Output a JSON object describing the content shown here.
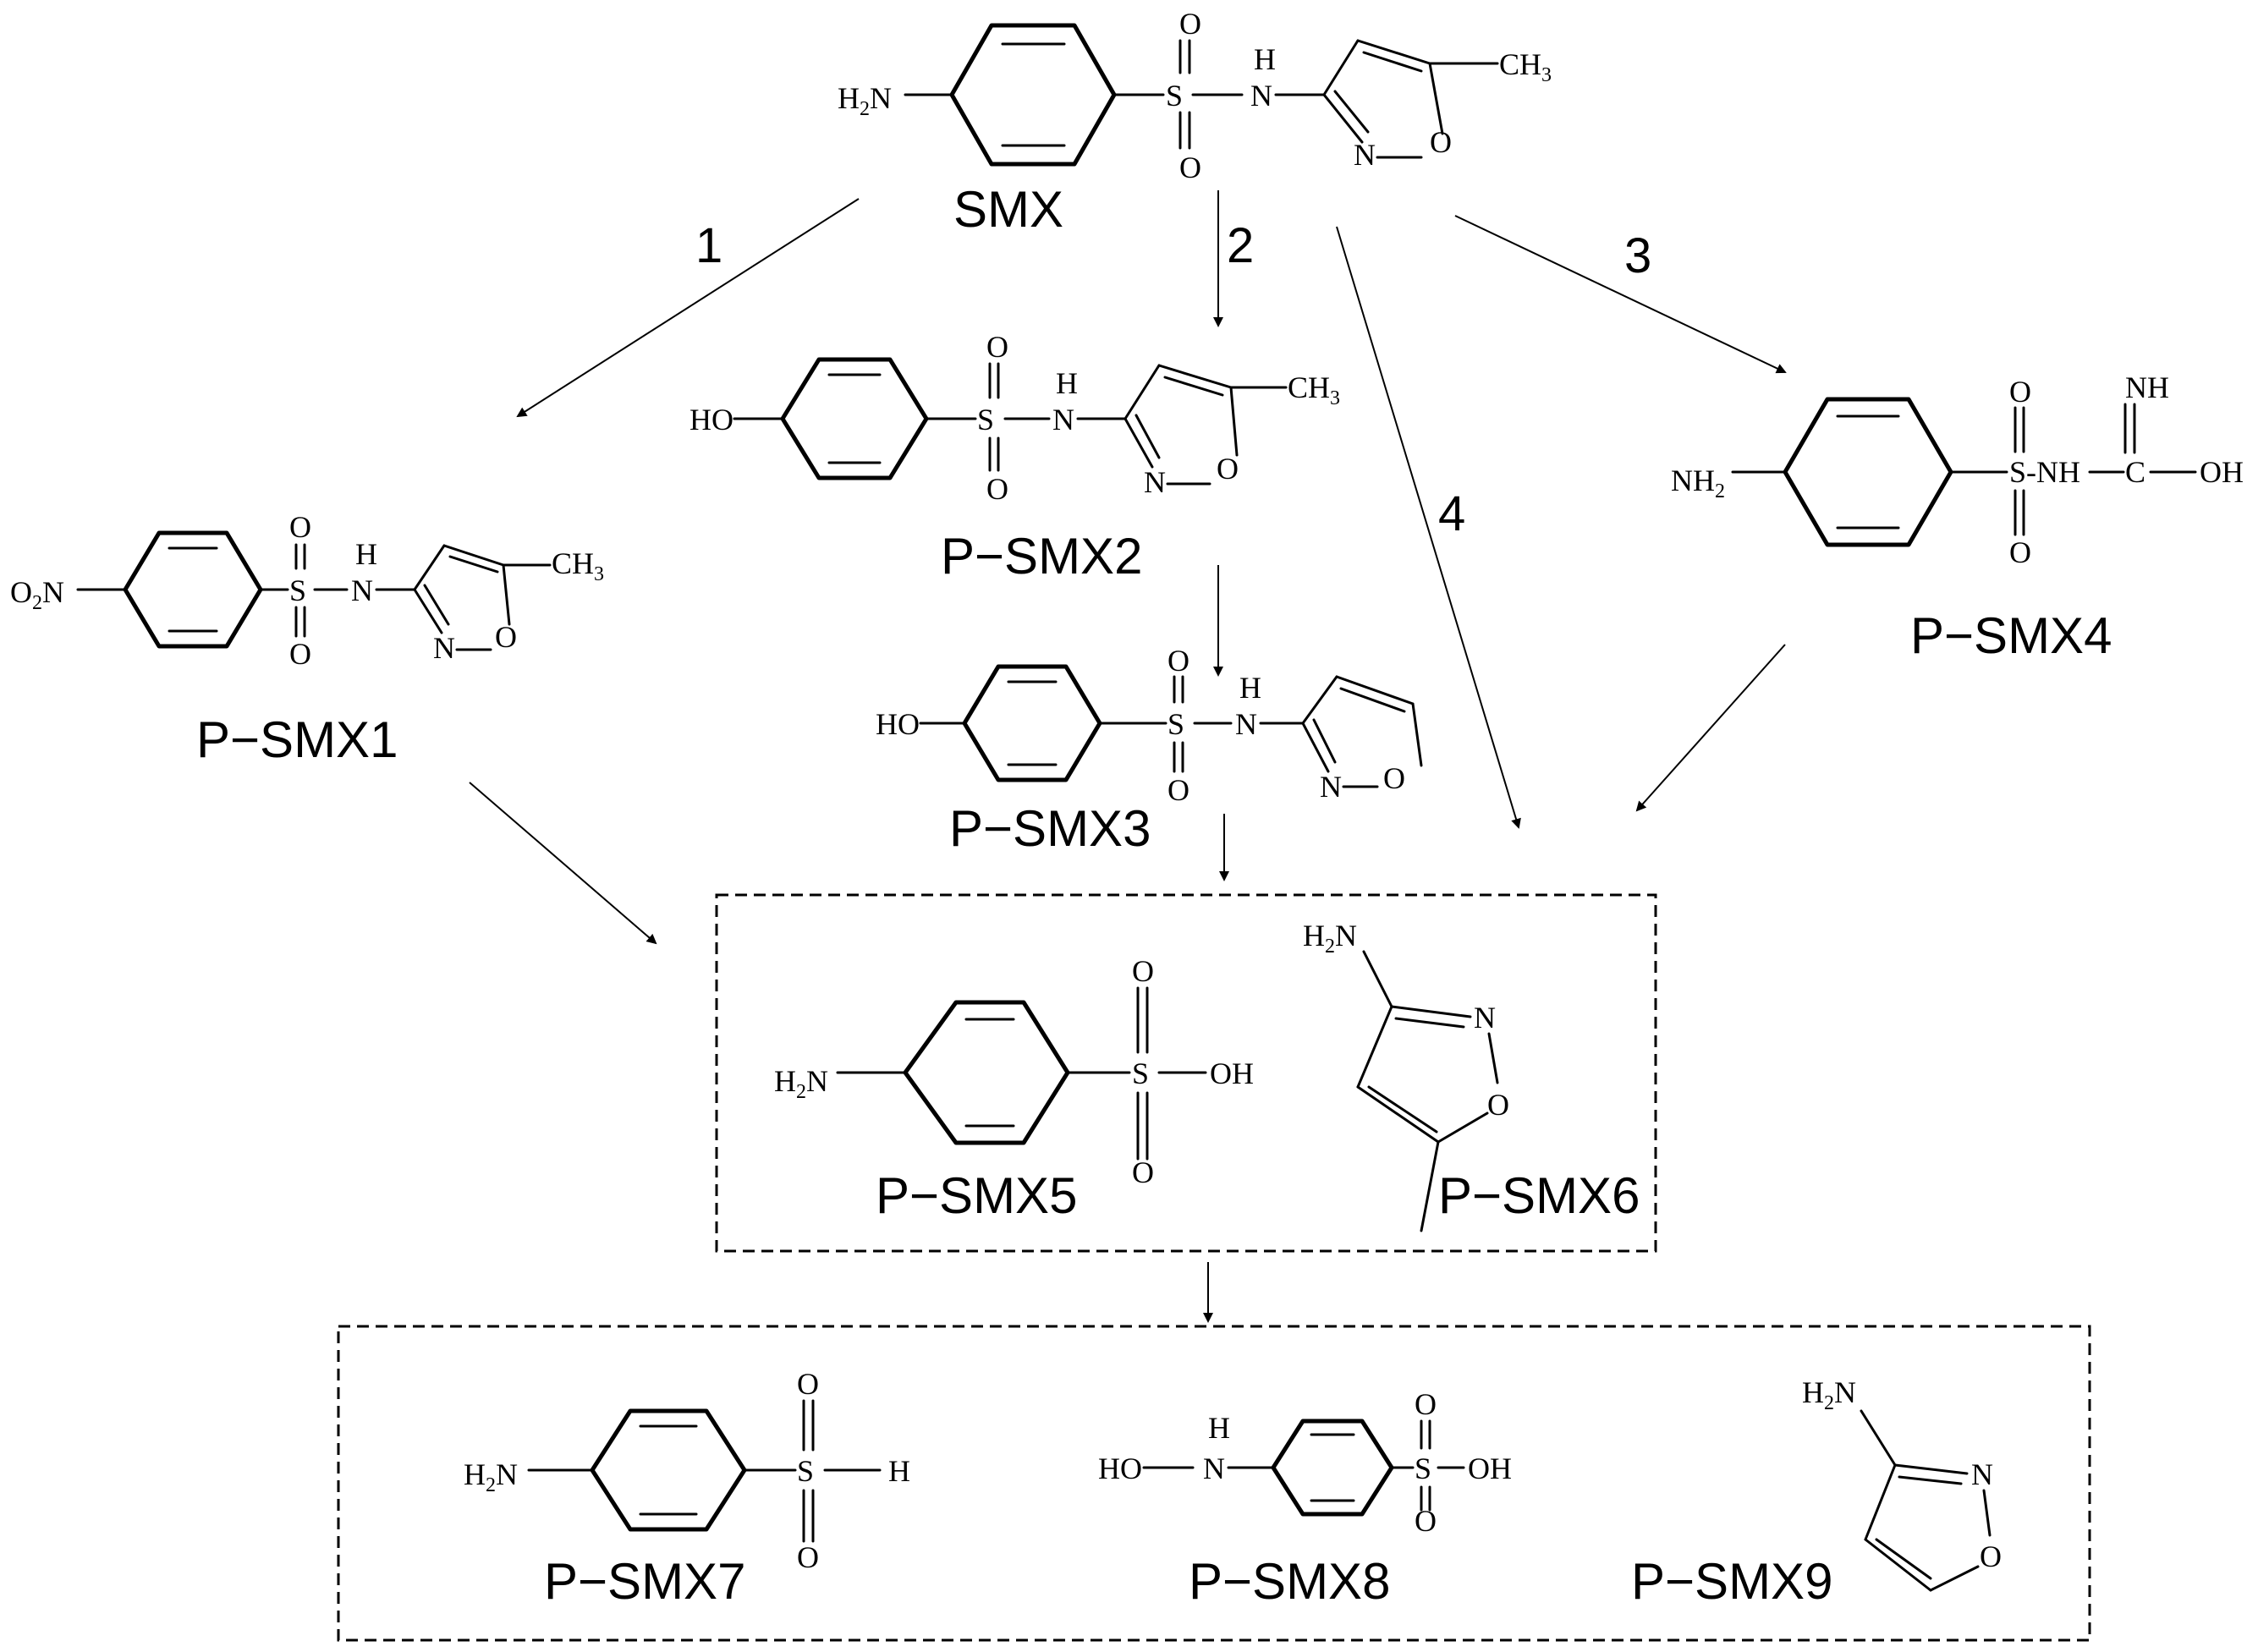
{
  "compounds": {
    "smx": "SMX",
    "p1": "P−SMX1",
    "p2": "P−SMX2",
    "p3": "P−SMX3",
    "p4": "P−SMX4",
    "p5": "P−SMX5",
    "p6": "P−SMX6",
    "p7": "P−SMX7",
    "p8": "P−SMX8",
    "p9": "P−SMX9"
  },
  "pathways": [
    "1",
    "2",
    "3",
    "4"
  ],
  "atoms": {
    "H": "H",
    "N": "N",
    "O": "O",
    "S": "S",
    "C": "C",
    "NH": "NH",
    "OH": "OH",
    "HO": "HO",
    "H2N_H": "H",
    "H2N_N": "N",
    "two": "2",
    "CH3_C": "CH",
    "three": "3",
    "O2N_O": "O",
    "O2N_N": "N",
    "NH2_N": "NH",
    "SNH": "S-NH",
    "dashC": "–C–"
  }
}
